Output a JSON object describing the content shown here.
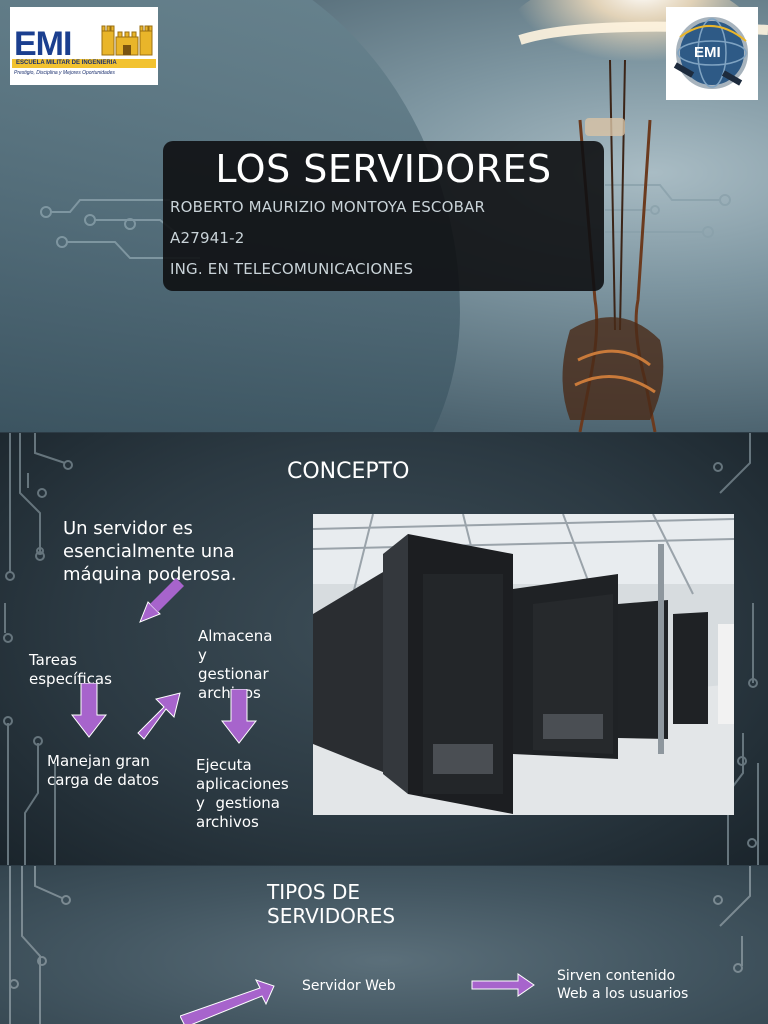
{
  "slide1": {
    "title": "LOS SERVIDORES",
    "author": "ROBERTO MAURIZIO MONTOYA ESCOBAR",
    "code": "A27941-2",
    "career": "ING. EN TELECOMUNICACIONES",
    "logo_left": {
      "word": "EMI",
      "band": "ESCUELA MILITAR DE INGENIERIA",
      "motto": "Prestigio, Disciplina y Mejores Oportunidades"
    },
    "logo_right": {
      "word": "EMI"
    }
  },
  "slide2": {
    "heading": "CONCEPTO",
    "intro": "Un servidor es esencialmente una máquina poderosa.",
    "tareas": "Tareas específicas",
    "almacena": "Almacena y gestionar archivos",
    "manejan": "Manejan gran carga de datos",
    "ejecuta": "Ejecuta aplicaciones y gestiona archivos",
    "arrow_color": "#a764cc",
    "photo": "server-room-photo"
  },
  "slide3": {
    "heading": "TIPOS DE SERVIDORES",
    "web_server": "Servidor Web",
    "web_desc": "Sirven contenido Web a los usuarios",
    "arrow_color": "#a764cc"
  }
}
